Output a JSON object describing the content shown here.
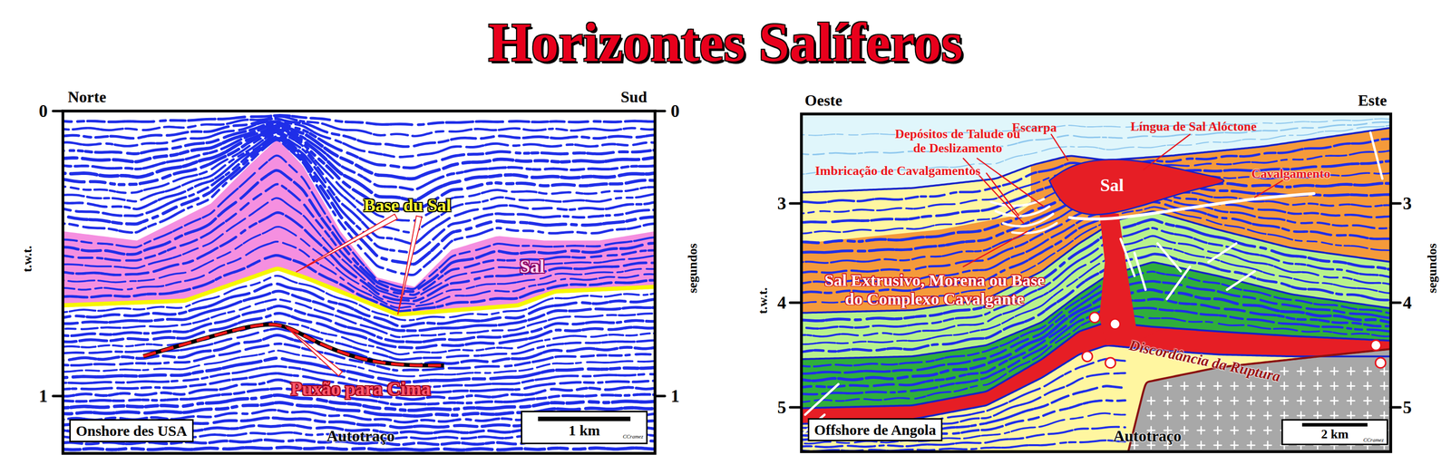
{
  "diagram": {
    "title": "Horizontes Salíferos",
    "nodes": [
      {
        "text": [
          "Onshore des USA"
        ]
      },
      {
        "text": [
          "1 km",
          "CCramez"
        ]
      },
      {
        "text": [
          "Offshore de Angola"
        ]
      },
      {
        "text": [
          "2 km",
          "CCramez"
        ]
      }
    ],
    "labels": [
      "Norte",
      "Sud",
      "0",
      "0",
      "t.w.t.",
      "segundos",
      "1",
      "1",
      "Base du Sal",
      "Sal",
      "Puxão para Cima",
      "Autotraço",
      "Oeste",
      "Este",
      "Depósitos de Talude ou de Deslizamento",
      "Escarpa",
      "Língua de Sal Alóctone",
      "Imbricação de Cavalgamentos",
      "Sal",
      "Cavalgamento",
      "3",
      "3",
      "t.w.t.",
      "segundos",
      "Sal Extrusivo, Morena ou Base do Complexo Cavalgante",
      "4",
      "4",
      "Discordância da Ruptura",
      "5",
      "5",
      "Autotraço"
    ]
  }
}
